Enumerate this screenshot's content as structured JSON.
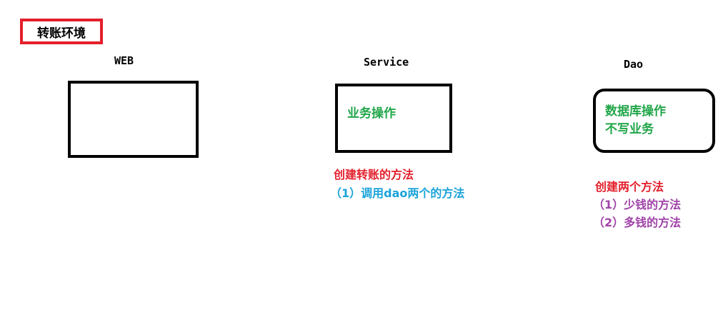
{
  "title": "转账环境",
  "layers": {
    "web": {
      "label": "WEB"
    },
    "service": {
      "label": "Service",
      "box_lines": [
        "业务操作"
      ]
    },
    "dao": {
      "label": "Dao",
      "box_lines": [
        "数据库操作",
        "不写业务"
      ]
    }
  },
  "notes": {
    "service": {
      "heading": "创建转账的方法",
      "items": [
        "（1）调用dao两个的方法"
      ]
    },
    "dao": {
      "heading": "创建两个方法",
      "items": [
        "（1）少钱的方法",
        "（2）多钱的方法"
      ]
    }
  },
  "colors": {
    "title_border": "#e3202c",
    "box_text": "#22a64a",
    "heading": "#e3202c",
    "service_item": "#1aa3d9",
    "dao_item": "#a043a8"
  }
}
